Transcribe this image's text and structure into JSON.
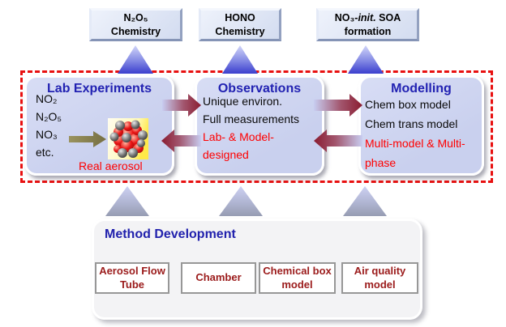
{
  "colors": {
    "title_blue": "#2222b2",
    "method_title_blue": "#2121ad",
    "red_text": "#ff0000",
    "dark_red_text": "#9b1b1b",
    "lavender_box_fill": "#cdd3f0",
    "top_box_fill": "#dbe3f2",
    "dashed_border_red": "#e81010",
    "arrow_head_dark_red": "#8a1c30",
    "arrow_tail_light": "#c8cdf1",
    "olive_arrow": "#8a8452",
    "triangle_blue": "#3b3fce",
    "triangle_gray": "#969cb2"
  },
  "top_row": {
    "box1": {
      "line1": "N₂O₅",
      "line2": "Chemistry"
    },
    "box2": {
      "line1": "HONO",
      "line2": "Chemistry"
    },
    "box3": {
      "line1_prefix": "NO₃-",
      "line1_italic": "init.",
      "line1_suffix": " SOA",
      "line2": "formation"
    }
  },
  "lab_box": {
    "title": "Lab Experiments",
    "items": [
      "NO₂",
      "N₂O₅",
      "NO₃",
      "etc."
    ],
    "caption": "Real aerosol"
  },
  "observations_box": {
    "title": "Observations",
    "line1": "Unique environ.",
    "line2": "Full measurements",
    "red_line1": "Lab- & Model-",
    "red_line2": "designed"
  },
  "modelling_box": {
    "title": "Modelling",
    "line1": "Chem box model",
    "line2": "Chem trans model",
    "red_line1": "Multi-model & Multi-",
    "red_line2": "phase"
  },
  "method_box": {
    "title": "Method Development",
    "items": [
      "Aerosol Flow Tube",
      "Chamber",
      "Chemical box model",
      "Air quality model"
    ]
  }
}
